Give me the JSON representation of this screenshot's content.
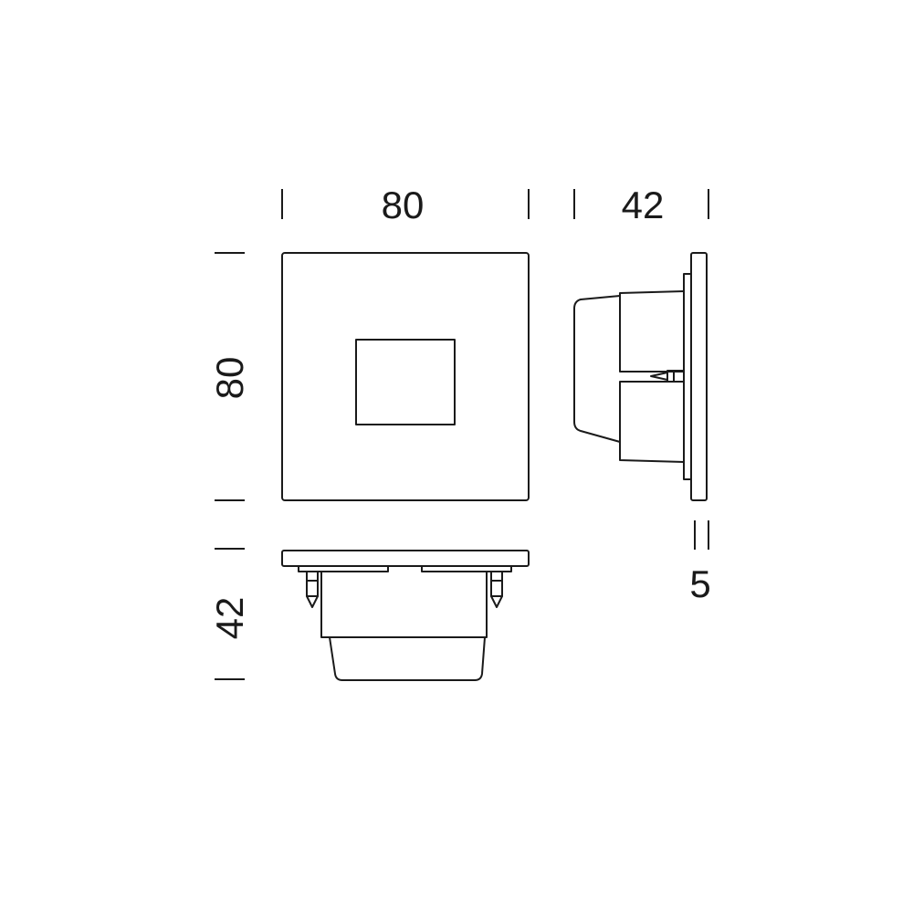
{
  "colors": {
    "stroke": "#1a1a1a",
    "background": "#ffffff"
  },
  "dimensions": {
    "front_width": "80",
    "front_height": "80",
    "side_depth": "42",
    "bottom_depth": "42",
    "plate_thickness": "5"
  }
}
